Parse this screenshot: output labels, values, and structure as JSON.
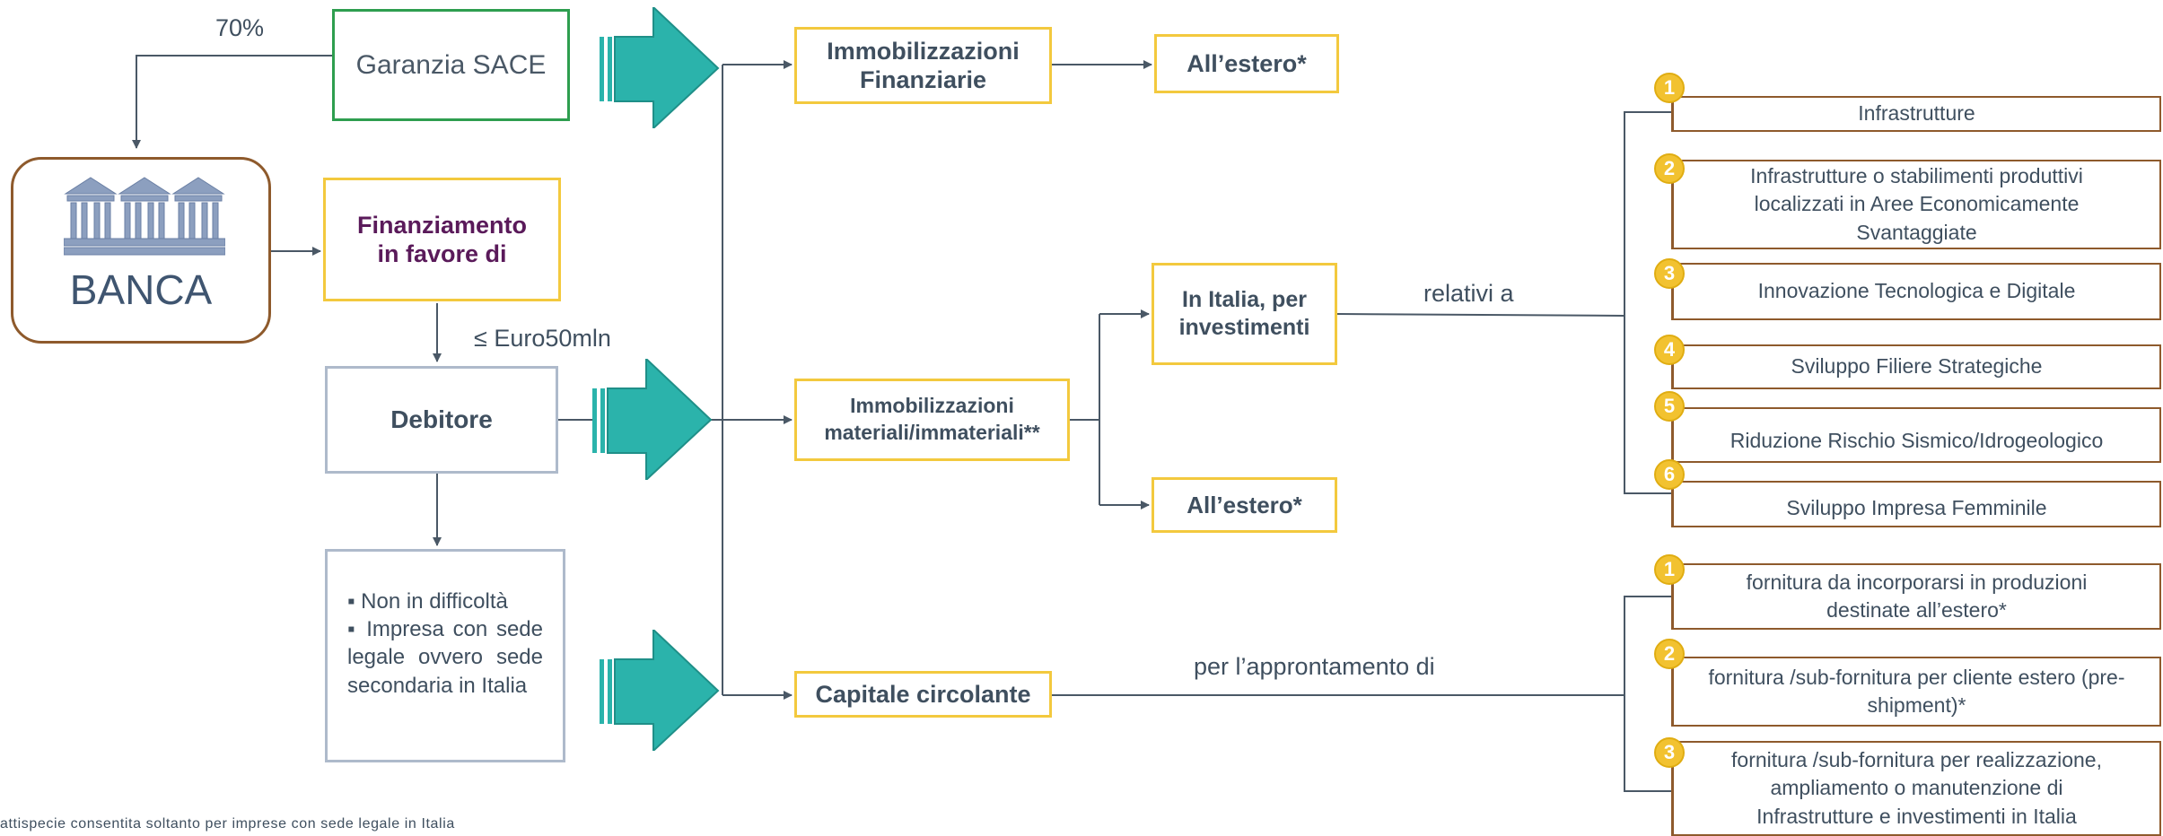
{
  "labels": {
    "percent": "70%",
    "limit": "≤ Euro50mln",
    "relativi": "relativi a",
    "approntamento": "per l’approntamento di"
  },
  "boxes": {
    "garanzia": "Garanzia SACE",
    "banca": "BANCA",
    "finanziamento": "Finanziamento in favore di",
    "debitore": "Debitore",
    "requisiti": [
      "▪ Non in difficoltà",
      "▪ Impresa con sede legale ovvero sede secondaria in Italia"
    ],
    "imm_finanziarie": "Immobilizzazioni Finanziarie",
    "estero_1": "All’estero*",
    "imm_materiali": "Immobilizzazioni materiali/immateriali**",
    "italia": "In Italia, per investimenti",
    "estero_2": "All’estero*",
    "capitale": "Capitale circolante"
  },
  "investimenti": [
    {
      "n": "1",
      "text": "Infrastrutture"
    },
    {
      "n": "2",
      "text": "Infrastrutture o stabilimenti produttivi localizzati in Aree Economicamente Svantaggiate"
    },
    {
      "n": "3",
      "text": "Innovazione Tecnologica e Digitale"
    },
    {
      "n": "4",
      "text": "Sviluppo Filiere Strategiche"
    },
    {
      "n": "5",
      "text": "Riduzione Rischio Sismico/Idrogeologico"
    },
    {
      "n": "6",
      "text": "Sviluppo Impresa Femminile"
    }
  ],
  "forniture": [
    {
      "n": "1",
      "text": "fornitura da incorporarsi in produzioni destinate all’estero*"
    },
    {
      "n": "2",
      "text": "fornitura /sub-fornitura per cliente estero (pre-shipment)*"
    },
    {
      "n": "3",
      "text": "fornitura /sub-fornitura per realizzazione, ampliamento o manutenzione di Infrastrutture e investimenti in Italia"
    }
  ],
  "footnote": "attispecie consentita soltanto per imprese con sede legale in Italia",
  "colors": {
    "teal": "#2bb3ab",
    "yellow": "#f3c93e",
    "brown": "#8e5a2c",
    "green": "#2e9e4f",
    "line": "#4a5866"
  }
}
